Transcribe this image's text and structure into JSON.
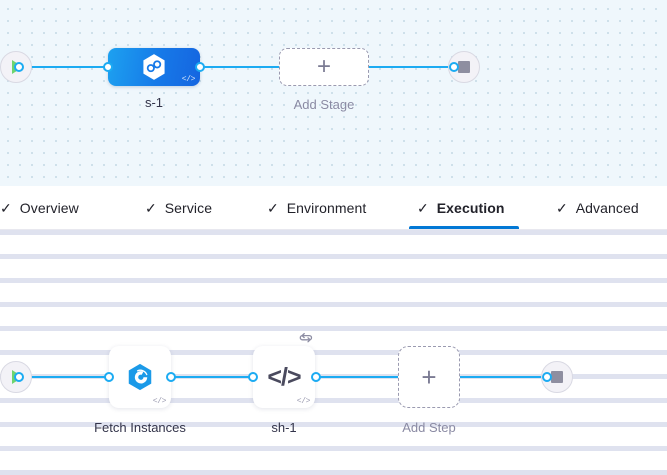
{
  "colors": {
    "accent_blue": "#0278d5",
    "connector_blue": "#1cabf2",
    "stage_gradient_from": "#1da1f0",
    "stage_gradient_to": "#1565e0",
    "canvas_top_bg": "#eff7fc",
    "canvas_bottom_bg": "#ffffff",
    "start_green": "#6fd46f",
    "stop_gray": "#8e8ea0",
    "muted_text": "#8a8aa3",
    "text": "#22222a"
  },
  "stage_canvas": {
    "name": "pipeline-stage-graph",
    "start_node": {
      "icon": "play-icon",
      "label": ""
    },
    "end_node": {
      "icon": "stop-icon",
      "label": ""
    },
    "stage": {
      "label": "s-1",
      "icon": "hexagon-infinity-icon",
      "badge": "</>"
    },
    "add_stage": {
      "label": "Add Stage",
      "icon": "plus-icon"
    }
  },
  "tabs": {
    "name": "stage-config-tabs",
    "items": [
      {
        "label": "Overview",
        "check": "✓",
        "active": false
      },
      {
        "label": "Service",
        "check": "✓",
        "active": false
      },
      {
        "label": "Environment",
        "check": "✓",
        "active": false
      },
      {
        "label": "Execution",
        "check": "✓",
        "active": true
      },
      {
        "label": "Advanced",
        "check": "✓",
        "active": false
      }
    ]
  },
  "step_canvas": {
    "name": "execution-step-graph",
    "start_node": {
      "icon": "play-icon"
    },
    "end_node": {
      "icon": "stop-icon"
    },
    "steps": [
      {
        "label": "Fetch Instances",
        "icon": "harness-hexagon-icon",
        "badge": "</>",
        "loop": false
      },
      {
        "label": "sh-1",
        "icon": "shell-script-icon",
        "glyph": "</>",
        "badge": "</>",
        "loop": true,
        "loop_icon": "retry-loop-icon"
      }
    ],
    "add_step": {
      "label": "Add Step",
      "icon": "plus-icon"
    }
  }
}
